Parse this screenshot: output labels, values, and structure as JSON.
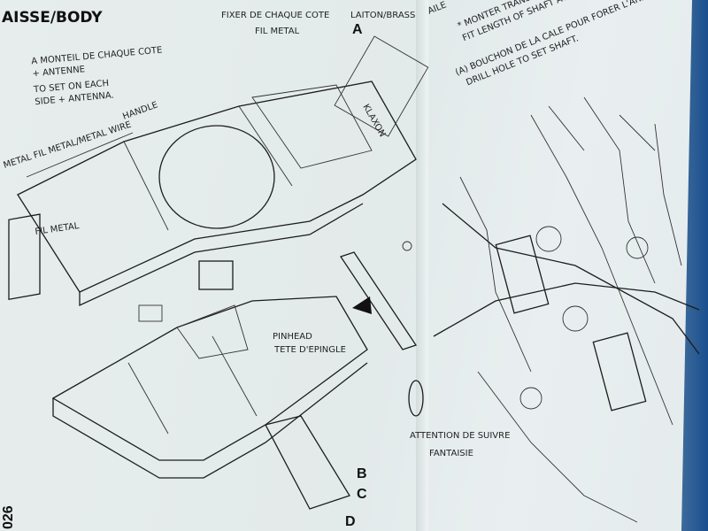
{
  "left_page": {
    "section_title": "AISSE/BODY",
    "notes": {
      "each_side_fr": "A MONTEIL DE CHAQUE COTE",
      "antenna_fr": "+ ANTENNE",
      "each_side_en_1": "TO SET ON EACH",
      "each_side_en_2": "SIDE + ANTENNA.",
      "handle": "HANDLE",
      "metal_wire": "METAL FIL METAL/METAL WIRE",
      "fil_metal_top": "FIL METAL",
      "fixer": "FIXER DE CHAQUE COTE",
      "laiton": "LAITON/BRASS",
      "klaxon": "KLAXON",
      "fil_metal_left": "FIL METAL",
      "pinhead": "PINHEAD",
      "tete_epingle": "TETE D'EPINGLE"
    },
    "callouts": [
      "A",
      "B",
      "C",
      "D"
    ],
    "page_number": "026"
  },
  "right_page": {
    "header": "AILE",
    "lines": [
      "* MONTER TRANSVERSAL...",
      "FIT LENGTH OF SHAFT ACCO...",
      "(A) BOUCHON DE LA CALE POUR FORER L'ARBRE",
      "DRILL HOLE TO SET SHAFT."
    ],
    "note_1": "ATTENTION DE SUIVRE",
    "note_2": "FANTAISIE"
  }
}
